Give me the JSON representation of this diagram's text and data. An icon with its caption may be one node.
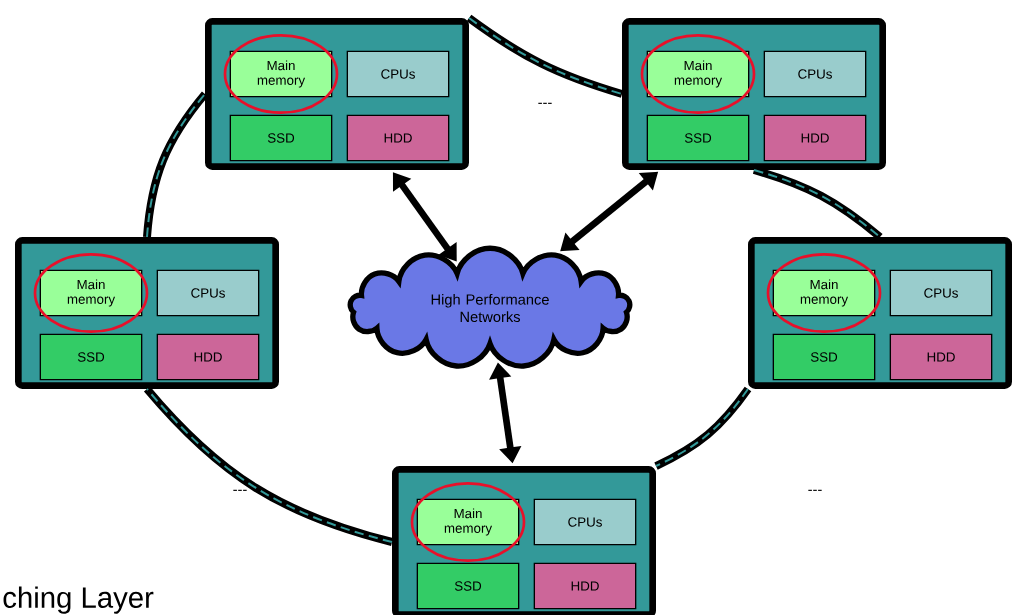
{
  "diagram": {
    "nodes": [
      {
        "text": [],
        "shape": "box"
      },
      {
        "text": [
          "Main memory"
        ],
        "in": 0
      },
      {
        "text": [
          "CPUs"
        ],
        "in": 0
      },
      {
        "text": [
          "SSD"
        ],
        "in": 0
      },
      {
        "text": [
          "HDD"
        ],
        "in": 0
      },
      {
        "text": [],
        "shape": "box"
      },
      {
        "text": [
          "Main memory"
        ],
        "in": 5
      },
      {
        "text": [
          "CPUs"
        ],
        "in": 5
      },
      {
        "text": [
          "SSD"
        ],
        "in": 5
      },
      {
        "text": [
          "HDD"
        ],
        "in": 5
      },
      {
        "text": [],
        "shape": "box"
      },
      {
        "text": [
          "Main memory"
        ],
        "in": 10
      },
      {
        "text": [
          "CPUs"
        ],
        "in": 10
      },
      {
        "text": [
          "SSD"
        ],
        "in": 10
      },
      {
        "text": [
          "HDD"
        ],
        "in": 10
      },
      {
        "text": [
          "High Performance Networks"
        ]
      },
      {
        "text": [],
        "shape": "box"
      },
      {
        "text": [
          "Main memory"
        ],
        "in": 16
      },
      {
        "text": [
          "CPUs"
        ],
        "in": 16
      },
      {
        "text": [
          "SSD"
        ],
        "in": 16
      },
      {
        "text": [
          "HDD"
        ],
        "in": 16
      },
      {
        "text": [],
        "shape": "box"
      },
      {
        "text": [
          "Main memory"
        ],
        "in": 21
      },
      {
        "text": [
          "CPUs"
        ],
        "in": 21
      },
      {
        "text": [
          "SSD"
        ],
        "in": 21
      },
      {
        "text": [
          "HDD"
        ],
        "in": 21
      }
    ],
    "edges": [
      {
        "from": 0,
        "to": 5,
        "arrow": "none"
      },
      {
        "from": 5,
        "to": 16,
        "arrow": "none"
      },
      {
        "from": 16,
        "to": 21,
        "arrow": "none"
      },
      {
        "from": 21,
        "to": 10,
        "arrow": "none"
      },
      {
        "from": 10,
        "to": 0,
        "arrow": "none"
      },
      {
        "from": 15,
        "to": 0,
        "arrow": "both"
      },
      {
        "from": 15,
        "to": 5,
        "arrow": "both"
      },
      {
        "from": 15,
        "to": 21,
        "arrow": "both"
      }
    ],
    "labels": [
      "---",
      "---",
      "---",
      "ching Layer"
    ]
  }
}
